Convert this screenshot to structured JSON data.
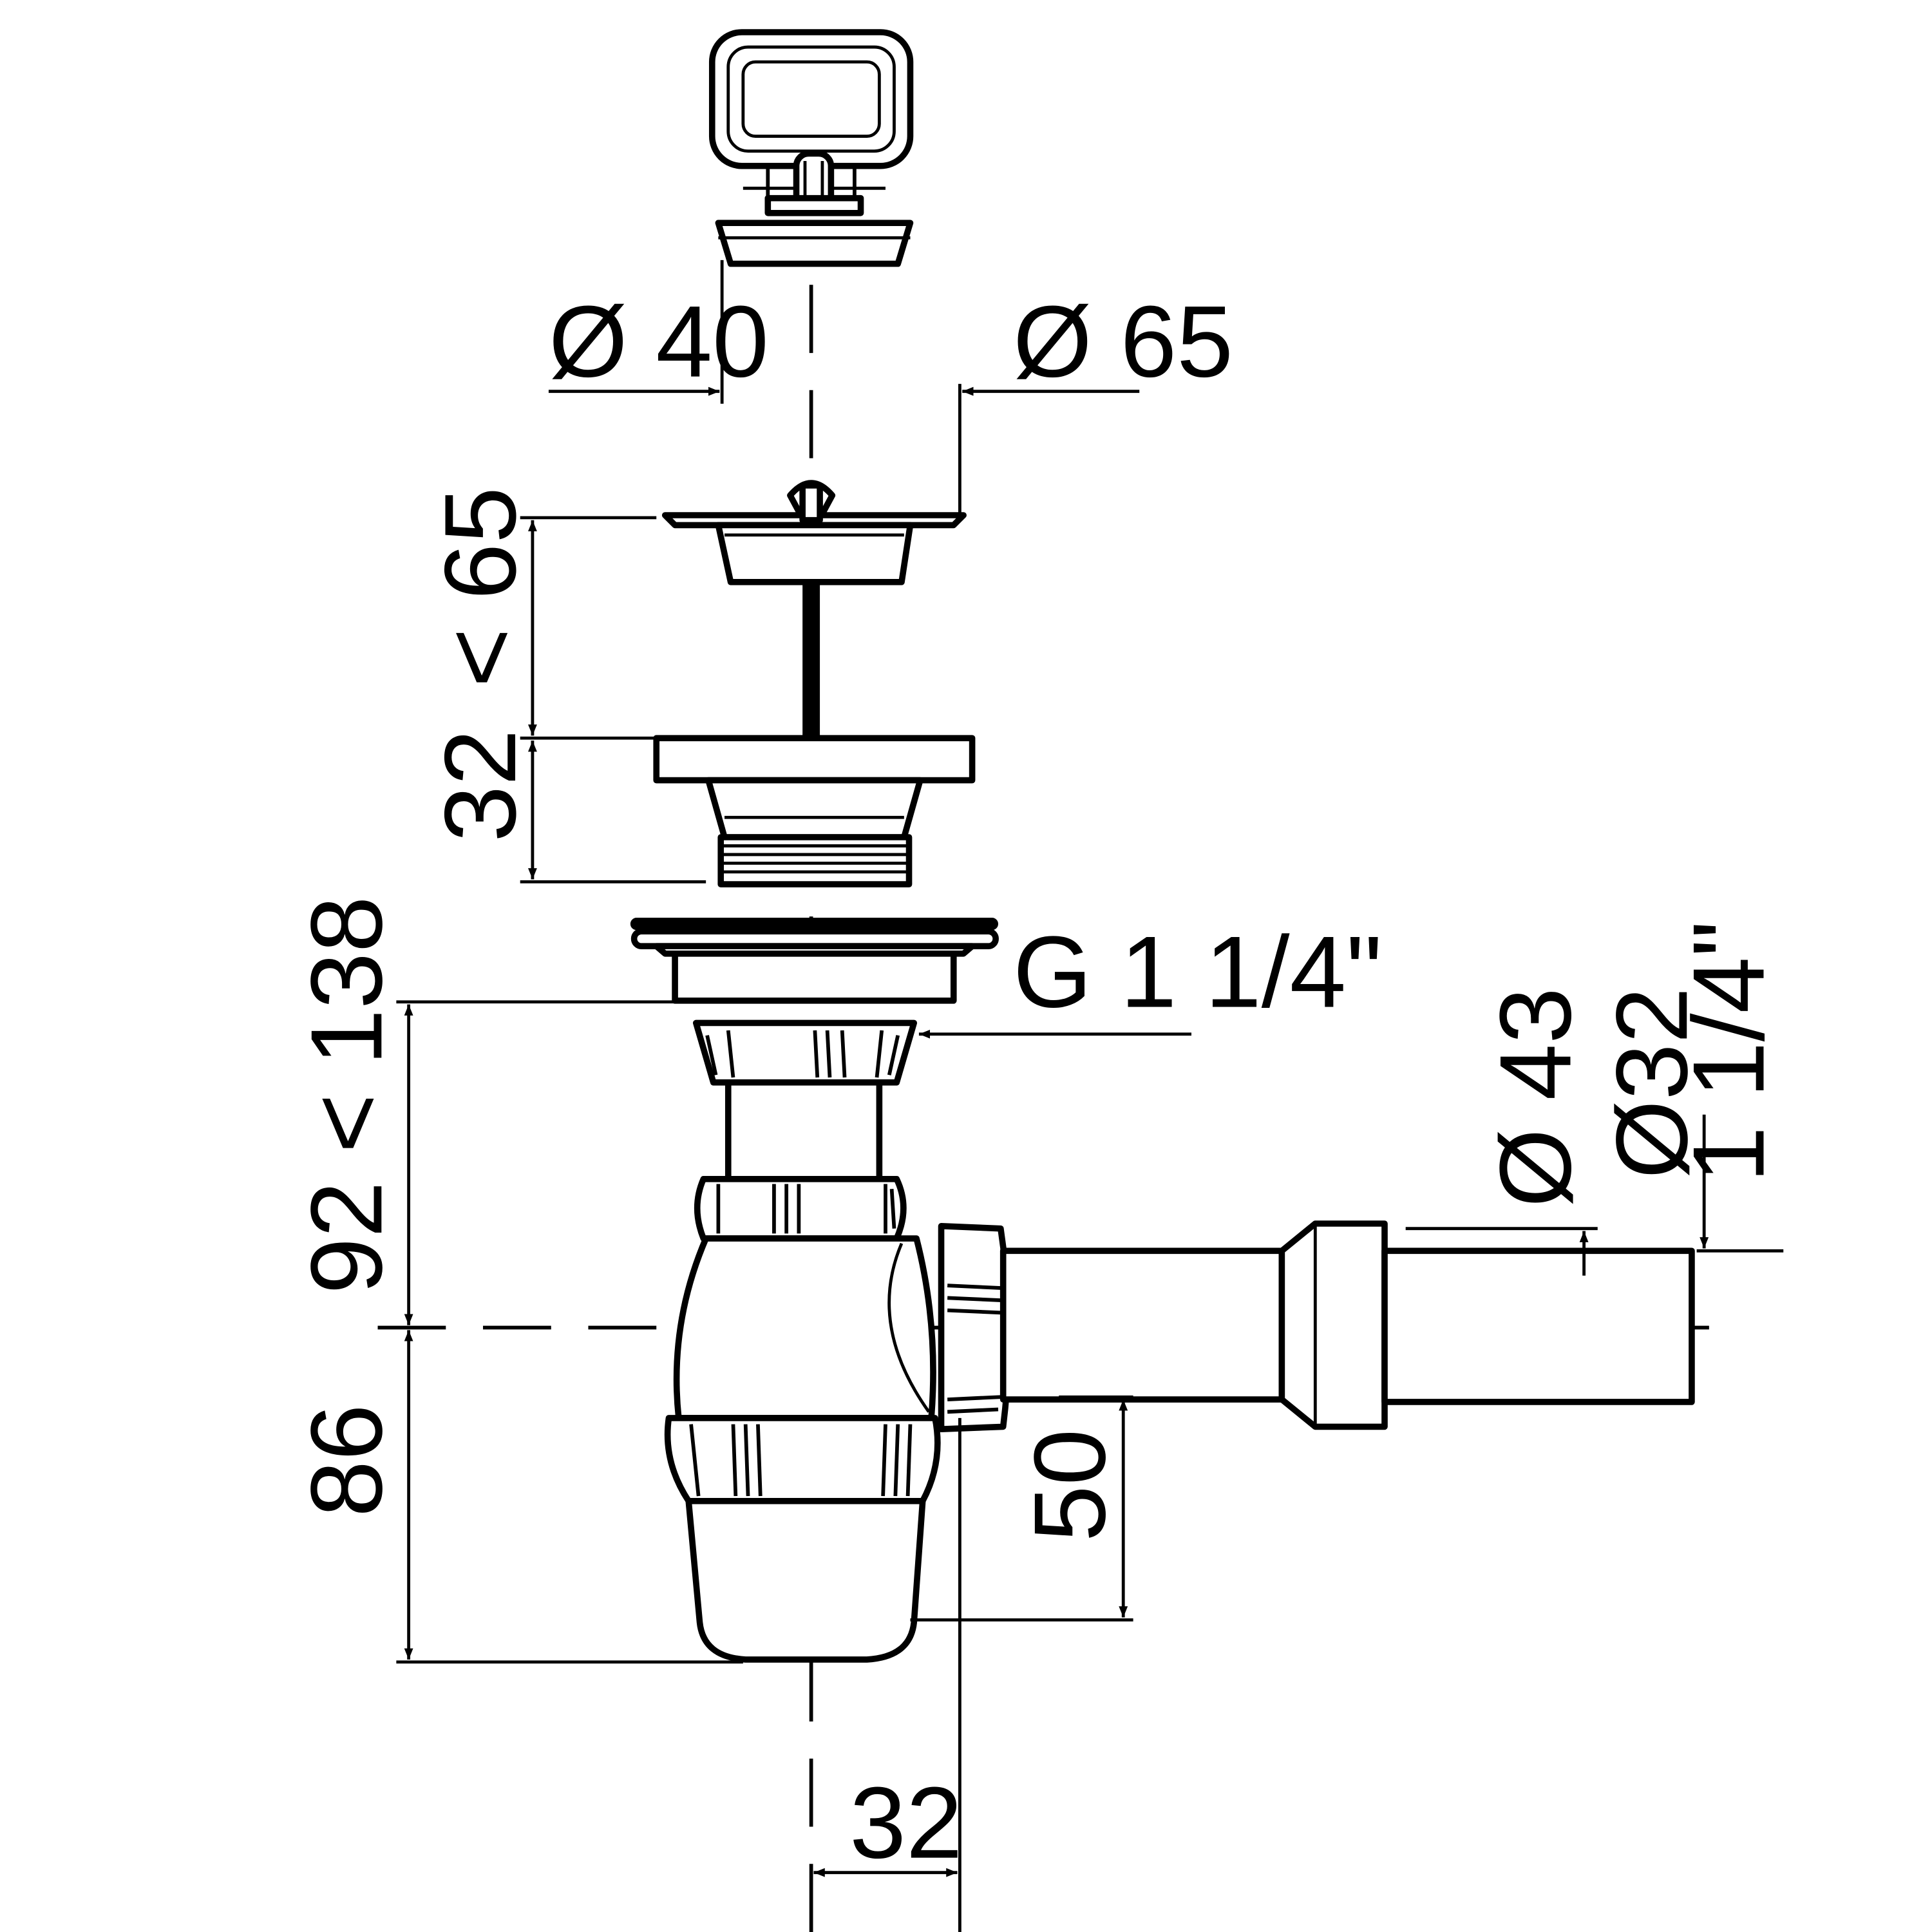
{
  "dimensions": {
    "plug_diameter": "Ø 40",
    "flange_diameter": "Ø 65",
    "strainer_depth": "< 65",
    "body_height": "32",
    "thread": "G 1 1/4\"",
    "adjustable_height": "92 < 138",
    "trap_depth": "86",
    "outlet_offset": "50",
    "outlet_diameter": "Ø 43",
    "pipe_diameter": "Ø32",
    "pipe_size_inch": "1 1/4\"",
    "bottom_offset": "32"
  }
}
